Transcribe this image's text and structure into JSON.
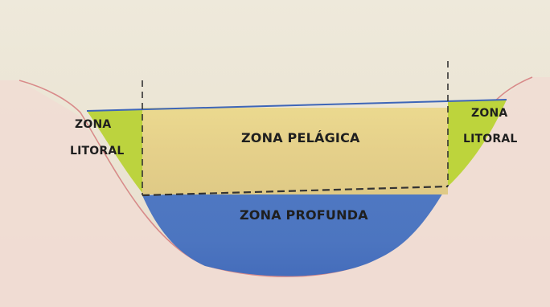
{
  "zones": {
    "litoral_left": {
      "line1": "ZONA",
      "line2": "LITORAL"
    },
    "litoral_right": {
      "line1": "ZONA",
      "line2": "LITORAL"
    },
    "pelagic": {
      "label": "ZONA PELÁGICA"
    },
    "deep": {
      "label": "ZONA PROFUNDA"
    }
  },
  "colors": {
    "paper": "#ece6d6",
    "basin": "#f3d9d3",
    "basin_outline": "#d98a8a",
    "litoral": "#b8d13a",
    "pelagic": "#e7d591",
    "deep": "#4d78c4",
    "surface_line": "#3e66b8",
    "dashed_line": "#333333"
  }
}
